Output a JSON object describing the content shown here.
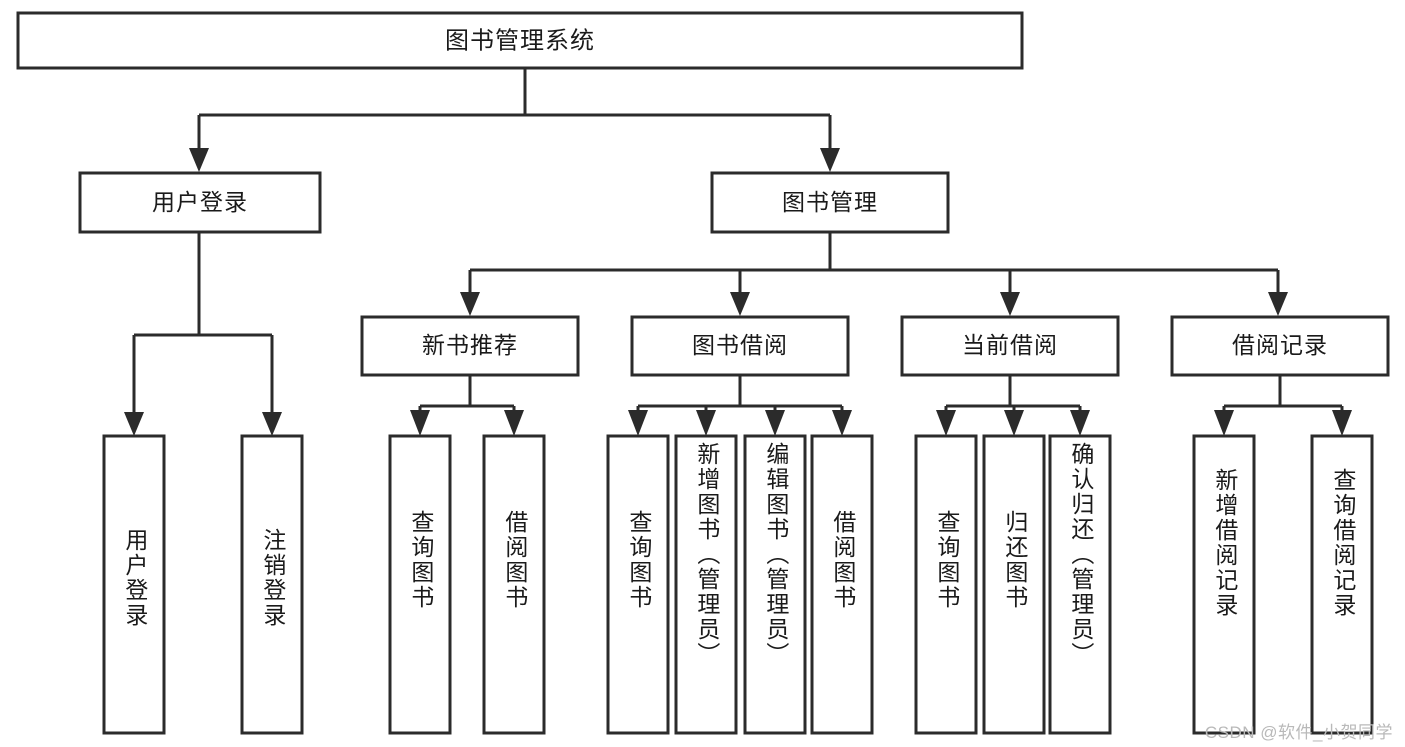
{
  "diagram": {
    "type": "tree",
    "title": "图书管理系统",
    "orientation": "top-down",
    "colors": {
      "box_stroke": "#2b2b2b",
      "box_fill": "#ffffff",
      "connector": "#2b2b2b",
      "text": "#1a1a1a",
      "background": "#ffffff",
      "watermark": "#b9b9b9"
    },
    "root": {
      "id": "root",
      "label": "图书管理系统"
    },
    "level1": [
      {
        "id": "user-login",
        "label": "用户登录"
      },
      {
        "id": "book-manage",
        "label": "图书管理"
      }
    ],
    "level2": [
      {
        "id": "new-book-recommend",
        "label": "新书推荐",
        "parent": "book-manage"
      },
      {
        "id": "book-borrow",
        "label": "图书借阅",
        "parent": "book-manage"
      },
      {
        "id": "current-borrow",
        "label": "当前借阅",
        "parent": "book-manage"
      },
      {
        "id": "borrow-record",
        "label": "借阅记录",
        "parent": "book-manage"
      }
    ],
    "leaves": {
      "user-login": [
        {
          "id": "leaf-user-login",
          "label": "用户登录"
        },
        {
          "id": "leaf-logout-login",
          "label": "注销登录"
        }
      ],
      "new-book-recommend": [
        {
          "id": "leaf-query-book-1",
          "label": "查询图书"
        },
        {
          "id": "leaf-borrow-book-1",
          "label": "借阅图书"
        }
      ],
      "book-borrow": [
        {
          "id": "leaf-query-book-2",
          "label": "查询图书"
        },
        {
          "id": "leaf-add-book-admin",
          "label": "新增图书（管理员）"
        },
        {
          "id": "leaf-edit-book-admin",
          "label": "编辑图书（管理员）"
        },
        {
          "id": "leaf-borrow-book-2",
          "label": "借阅图书"
        }
      ],
      "current-borrow": [
        {
          "id": "leaf-query-book-3",
          "label": "查询图书"
        },
        {
          "id": "leaf-return-book",
          "label": "归还图书"
        },
        {
          "id": "leaf-confirm-return-admin",
          "label": "确认归还（管理员）"
        }
      ],
      "borrow-record": [
        {
          "id": "leaf-add-borrow-record",
          "label": "新增借阅记录"
        },
        {
          "id": "leaf-query-borrow-record",
          "label": "查询借阅记录"
        }
      ]
    }
  },
  "watermark": {
    "text": "CSDN @软件_小贺同学"
  }
}
